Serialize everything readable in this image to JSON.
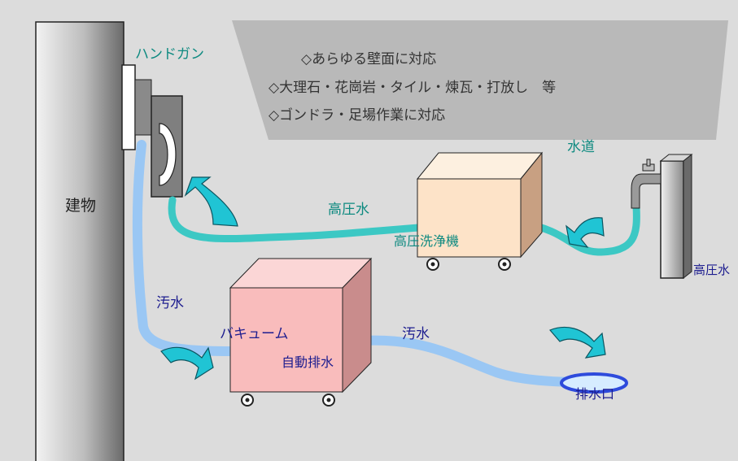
{
  "colors": {
    "background": "#dcdcdc",
    "high_pressure_hose": "#3cc8c4",
    "waste_hose": "#9ac7f4",
    "arrow": "#20c4d4",
    "washer_box": "#fde3c8",
    "vacuum_box": "#f9bcbc",
    "label_teal": "#0e8a80",
    "label_navy": "#1d1d8f"
  },
  "labels": {
    "building": "建物",
    "hand_gun": "ハンドガン",
    "tap_water": "水道",
    "high_pressure_water": "高圧水",
    "high_pressure_washer": "高圧洗浄機",
    "faucet_side": "高圧水",
    "waste_water_left": "汚水",
    "waste_water_right": "汚水",
    "vacuum": "バキューム",
    "auto_drain": "自動排水",
    "drain_outlet": "排水口"
  },
  "notes": [
    "◇あらゆる壁面に対応",
    "◇大理石・花崗岩・タイル・煉瓦・打放し　等",
    "◇ゴンドラ・足場作業に対応"
  ]
}
